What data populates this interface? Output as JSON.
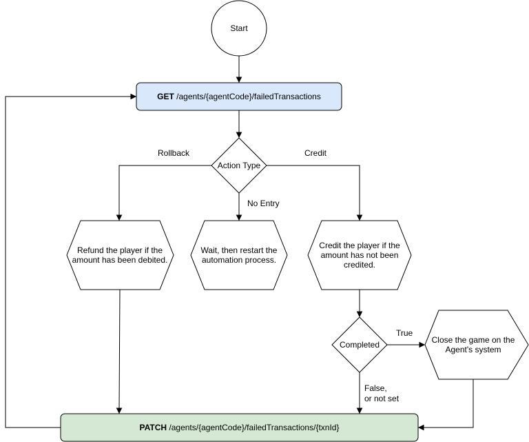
{
  "nodes": {
    "start": {
      "label": "Start"
    },
    "get_request": {
      "method": "GET",
      "path": "/agents/{agentCode}/failedTransactions",
      "fill": "#dae8fc",
      "stroke": "#6c8ebf"
    },
    "action_type": {
      "label": "Action Type"
    },
    "refund": {
      "label": "Refund the player if the amount has been debited."
    },
    "wait": {
      "label": "Wait, then restart the automation process."
    },
    "credit": {
      "label": "Credit the player if the amount has not been credited."
    },
    "completed": {
      "label": "Completed"
    },
    "close_game": {
      "label": "Close the game on the Agent's system"
    },
    "patch_request": {
      "method": "PATCH",
      "path": "/agents/{agentCode}/failedTransactions/{txnId}",
      "fill": "#d5e8d4",
      "stroke": "#82b366"
    }
  },
  "edge_labels": {
    "rollback": "Rollback",
    "credit": "Credit",
    "no_entry": "No Entry",
    "true": "True",
    "false_line1": "False,",
    "false_line2": "or not set"
  }
}
